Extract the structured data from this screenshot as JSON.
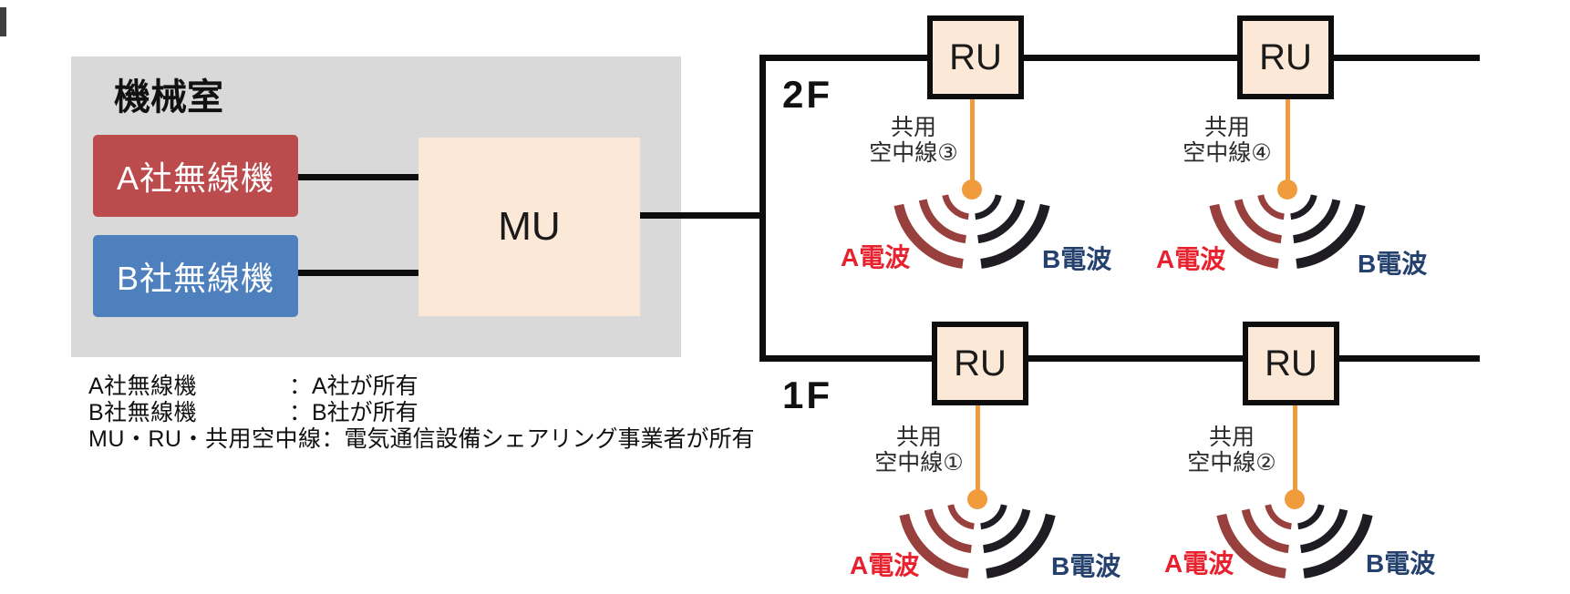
{
  "machine_room": {
    "title": "機械室",
    "device_a": "A社無線機",
    "device_b": "B社無線機",
    "mu_label": "MU"
  },
  "floors": {
    "floor2": "2F",
    "floor1": "1F"
  },
  "antennas": [
    {
      "ru": "RU",
      "line1": "共用",
      "line2": "空中線③",
      "wave_a": "A電波",
      "wave_b": "B電波"
    },
    {
      "ru": "RU",
      "line1": "共用",
      "line2": "空中線④",
      "wave_a": "A電波",
      "wave_b": "B電波"
    },
    {
      "ru": "RU",
      "line1": "共用",
      "line2": "空中線①",
      "wave_a": "A電波",
      "wave_b": "B電波"
    },
    {
      "ru": "RU",
      "line1": "共用",
      "line2": "空中線②",
      "wave_a": "A電波",
      "wave_b": "B電波"
    }
  ],
  "legend": {
    "rows": [
      {
        "label": "A社無線機",
        "value": "：A社が所有"
      },
      {
        "label": "B社無線機",
        "value": "：B社が所有"
      },
      {
        "label": "MU・RU・共用空中線",
        "value": "：電気通信設備シェアリング事業者が所有"
      }
    ]
  },
  "colors": {
    "room_bg": "#d9d9d9",
    "device_a_bg": "#bb4b4d",
    "device_b_bg": "#4d80bd",
    "mu_ru_bg": "#fce8d7",
    "wire": "#0d0d0d",
    "antenna_orange": "#f09c3c",
    "wave_a_arc": "#97403d",
    "wave_b_arc": "#1f1d23",
    "wave_a_text": "#e8212e",
    "wave_b_text": "#24406e"
  }
}
